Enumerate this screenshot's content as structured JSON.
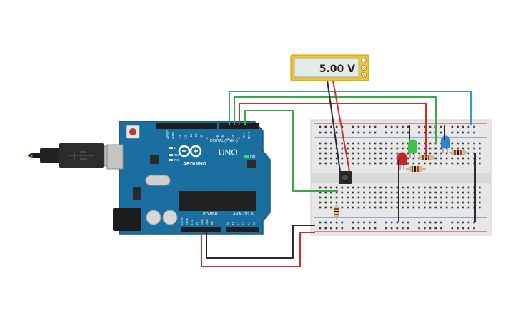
{
  "multimeter": {
    "reading": "5.00 V",
    "terminal_a": "A",
    "terminal_v": "V",
    "terminal_com": "Ω"
  },
  "arduino": {
    "brand": "ARDUINO",
    "model": "UNO",
    "on_label": "ON",
    "power_label": "POWER",
    "analog_label": "ANALOG IN",
    "digital_label": "DIGITAL (PWM~)",
    "aref_label": "AREF",
    "gnd_label": "GND",
    "l_label": "L",
    "tx_label": "TX",
    "rx_label": "RX",
    "ioref_label": "IOREF",
    "reset_label": "RESET",
    "v33_label": "3.3V",
    "v5_label": "5V",
    "vin_label": "Vin",
    "digital_pins": [
      "13",
      "12",
      "~11",
      "~10",
      "~9",
      "8",
      "7",
      "~6",
      "~5",
      "4",
      "~3",
      "2",
      "TX 1",
      "RX 0"
    ],
    "analog_pins": [
      "A0",
      "A1",
      "A2",
      "A3",
      "A4",
      "A5"
    ]
  },
  "colors": {
    "wire_red": "#d42a2a",
    "wire_green": "#3aa845",
    "wire_blue": "#2b9ed8",
    "wire_black": "#2b2b2b",
    "board_blue": "#1b6fa0",
    "led_red": "#c8242b",
    "led_green": "#3cc24a",
    "led_blue": "#2d86c9",
    "meter_body": "#f2c230"
  }
}
